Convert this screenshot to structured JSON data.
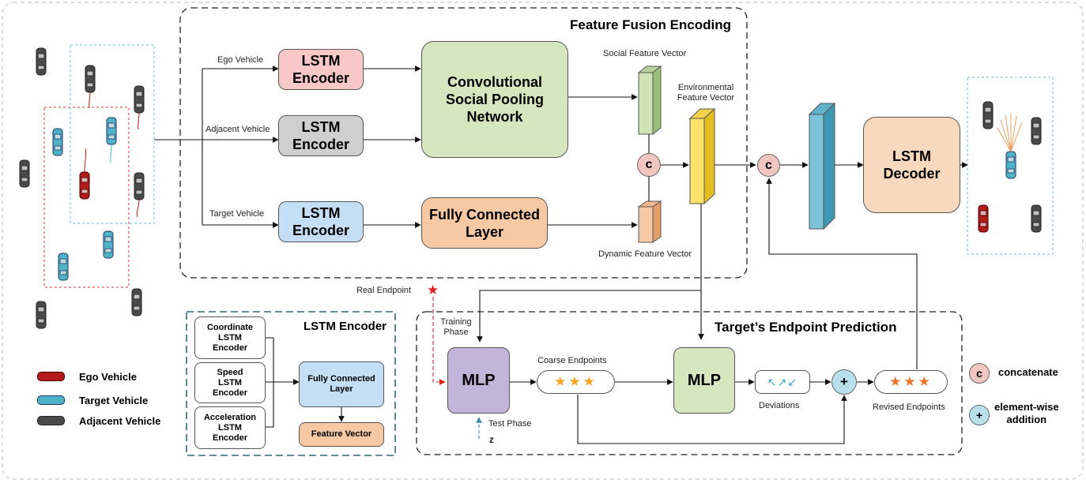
{
  "colors": {
    "ego": "#b31b1b",
    "target": "#4fb3c8",
    "adjacent": "#505050",
    "lstm_ego": "#f8c8c8",
    "lstm_adjacent": "#cfcfcf",
    "lstm_target": "#c4dff5",
    "social_pooling": "#d6e6bf",
    "fully_connected": "#f6c8a3",
    "mlp_coarse": "#c3b4d9",
    "mlp_fine": "#d6e6bf",
    "lstm_decoder": "#f9d9bd",
    "concat": "#f1c6c1",
    "add": "#b8e0ec"
  },
  "fusion": {
    "title": "Feature Fusion Encoding",
    "ego_label": "Ego Vehicle",
    "adjacent_label": "Adjacent Vehicle",
    "target_label": "Target Vehicle",
    "lstm_encoder": "LSTM\nEncoder",
    "social_pooling": "Convolutional\nSocial Pooling\nNetwork",
    "fully_connected": "Fully Connected\nLayer",
    "social_vector": "Social Feature Vector",
    "env_vector": "Environmental\nFeature Vector",
    "dynamic_vector": "Dynamic Feature Vector",
    "concat_symbol": "c"
  },
  "decoder": {
    "label": "LSTM\nDecoder",
    "concat_symbol": "c"
  },
  "encoder_detail": {
    "title": "LSTM Encoder",
    "coord": "Coordinate\nLSTM\nEncoder",
    "speed": "Speed\nLSTM\nEncoder",
    "accel": "Acceleration\nLSTM\nEncoder",
    "fc": "Fully Connected\nLayer",
    "feature": "Feature Vector"
  },
  "endpoint": {
    "title": "Target’s Endpoint Prediction",
    "real_endpoint": "Real Endpoint",
    "training_phase": "Training\nPhase",
    "test_phase": "Test Phase",
    "z": "z",
    "mlp1": "MLP",
    "mlp2": "MLP",
    "coarse": "Coarse Endpoints",
    "deviations": "Deviations",
    "revised": "Revised Endpoints",
    "stars": "★★★",
    "plus": "+",
    "deviation_arrows": "↖↗↙"
  },
  "legend": {
    "ego": "Ego Vehicle",
    "target": "Target Vehicle",
    "adjacent": "Adjacent Vehicle",
    "concat_symbol": "c",
    "concat_text": "concatenate",
    "add_symbol": "+",
    "add_text": "element-wise\naddition"
  }
}
